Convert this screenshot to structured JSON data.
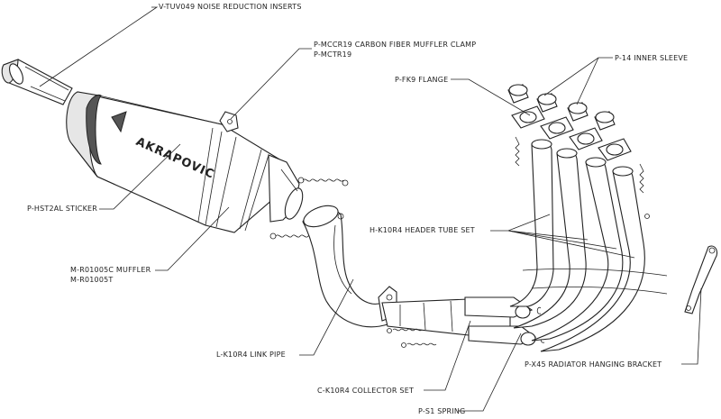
{
  "labels": {
    "noise_reduction": "V-TUV049  NOISE REDUCTION INSERTS",
    "clamp_line1": "P-MCCR19   CARBON FIBER MUFFLER CLAMP",
    "clamp_line2": "P-MCTR19",
    "sticker": "P-HST2AL STICKER",
    "muffler_line1": "M-R01005C  MUFFLER",
    "muffler_line2": "M-R01005T",
    "link_pipe": "L-K10R4  LINK PIPE",
    "collector": "C-K10R4  COLLECTOR SET",
    "spring": "P-S1  SPRING",
    "bracket": "P-X45  RADIATOR HANGING BRACKET",
    "header": "H-K10R4  HEADER TUBE SET",
    "flange": "P-FK9  FLANGE",
    "inner_sleeve": "P-14  INNER SLEEVE"
  },
  "brand": {
    "muffler_logo": "AKRAPOVIC"
  }
}
